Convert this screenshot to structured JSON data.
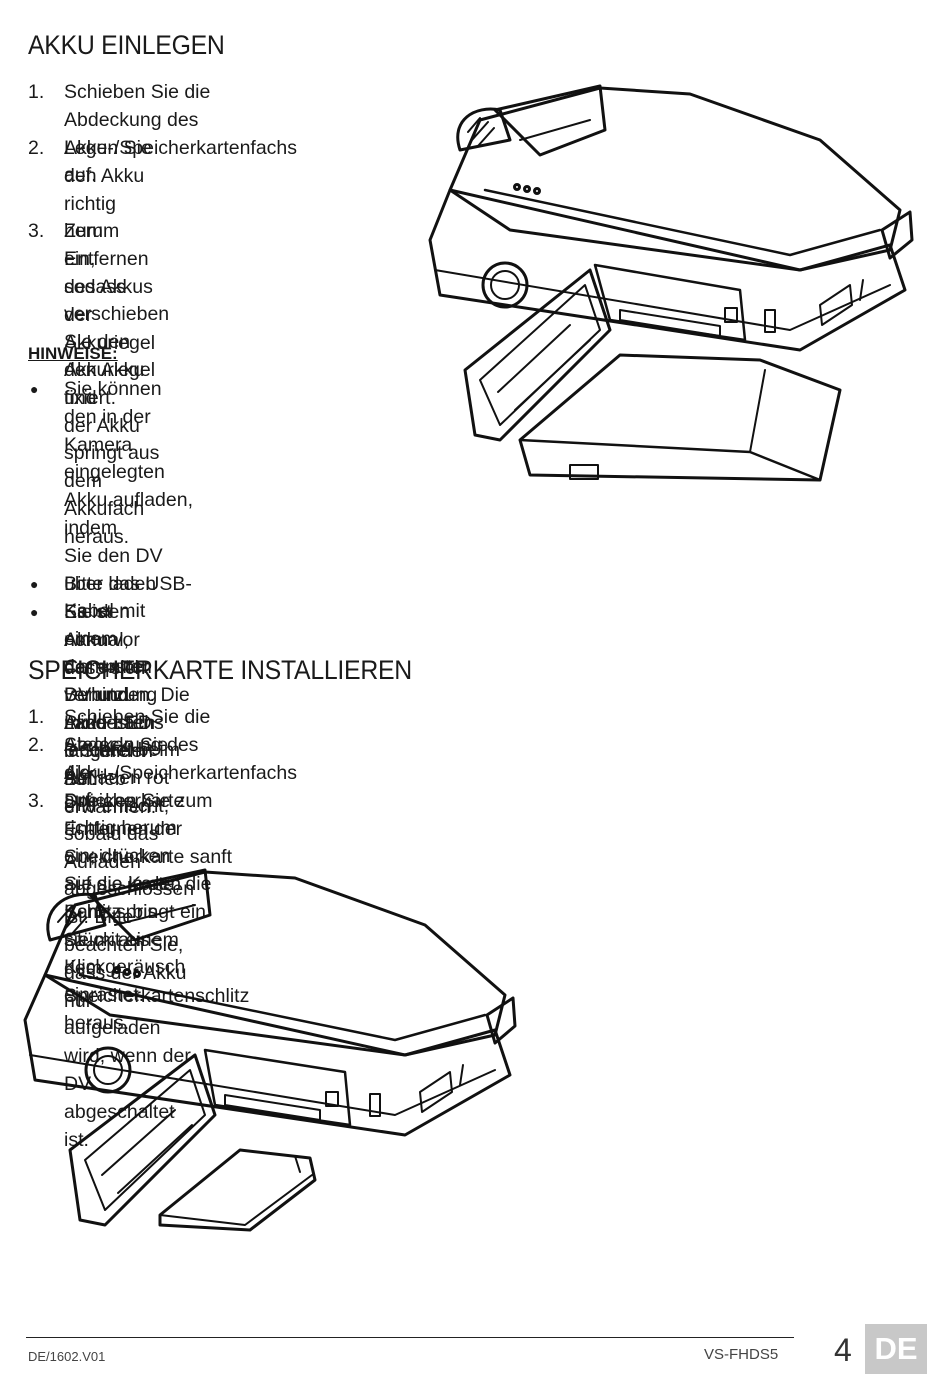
{
  "section1": {
    "title": "AKKU EINLEGEN",
    "steps": [
      {
        "num": "1.",
        "lines": [
          "Schieben Sie die Abdeckung des",
          "Akku-/Speicherkartenfachs auf."
        ]
      },
      {
        "num": "2.",
        "lines": [
          "Legen Sie den Akku richtig herum",
          "ein, sodass der Akkuriegel den Akku",
          "fixiert."
        ]
      },
      {
        "num": "3.",
        "lines": [
          "Zum Entfernen des Akkus",
          "verschieben Sie den Akkuriegel und",
          "der Akku springt aus dem Akkufach",
          "heraus."
        ]
      }
    ]
  },
  "notes": {
    "title": "HINWEISE:",
    "items": [
      {
        "lines": [
          "Sie können den in der Kamera",
          "eingelegten Akku aufladen, indem",
          "Sie den DV über das USB-Kabel mit",
          "einem Computer verbinden. Die",
          "Lade-LED leuchtet beim Aufladen rot",
          "und erlischt, sobald das Aufladen abgeschlossen ist. Bitte beachten Sie, dass der Akku nur",
          "aufgeladen wird, wenn der DV abgeschaltet ist."
        ]
      },
      {
        "lines": [
          "Bitte laden Sie den Akku vor der ersten Benutzung mindestens 6 Stunden auf."
        ]
      },
      {
        "lines": [
          "Es ist normal, dass sich DV und Akku nach längerem Betrieb erwärmen."
        ]
      }
    ]
  },
  "section2": {
    "title": "SPEICHERKARTE INSTALLIEREN",
    "steps": [
      {
        "num": "1.",
        "lines": [
          "Schieben Sie die Abdeckung des Akku-/Speicherkartenfachs auf."
        ]
      },
      {
        "num": "2.",
        "lines": [
          "Stecken Sie die Speicherkarte richtig herum ein; drücken Sie sie in den Schlitz, bis sie mit einem",
          "Klickgeräusch einrastet."
        ]
      },
      {
        "num": "3.",
        "lines": [
          "Drücken Sie zum Entfernen der Speicherkarte sanft auf die Karte; die Karte springt ein Stück aus",
          "dem Speicherkartenschlitz heraus."
        ]
      }
    ]
  },
  "footer": {
    "doc_code": "DE/1602.V01",
    "model": "VS-FHDS5",
    "page": "4",
    "lang": "DE"
  }
}
